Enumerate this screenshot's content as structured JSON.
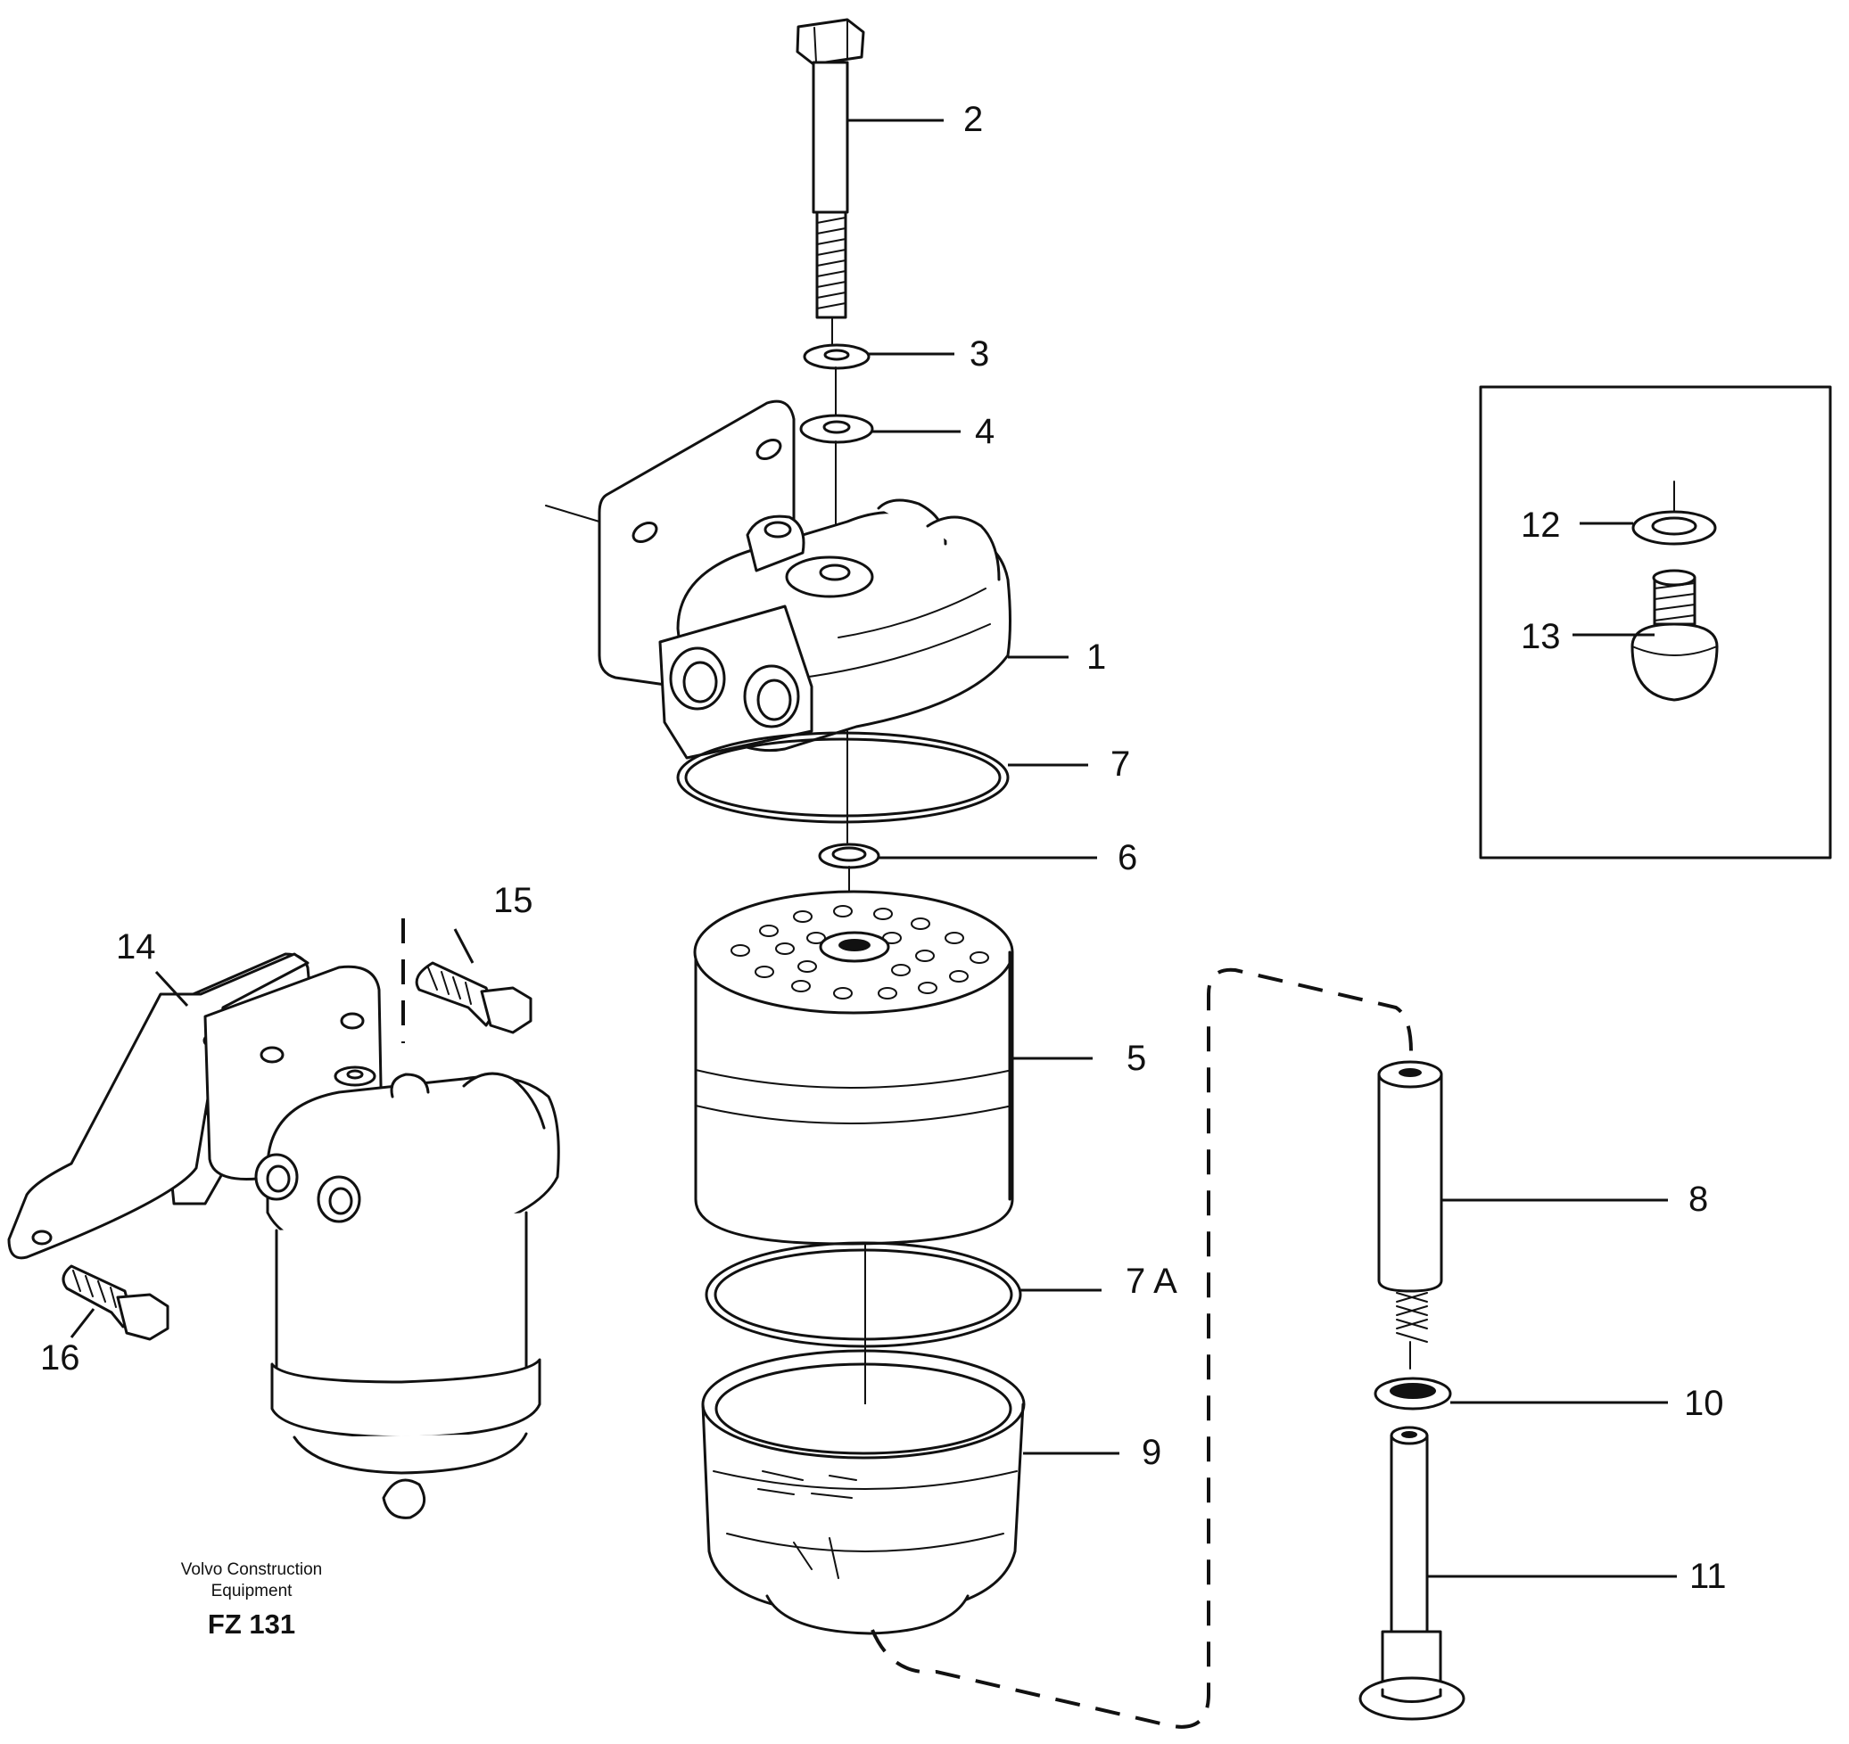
{
  "callouts": {
    "c1": "1",
    "c2": "2",
    "c3": "3",
    "c4": "4",
    "c5": "5",
    "c6": "6",
    "c7": "7",
    "c7a": "7 A",
    "c8": "8",
    "c9": "9",
    "c10": "10",
    "c11": "11",
    "c12": "12",
    "c13": "13",
    "c14": "14",
    "c15": "15",
    "c16": "16"
  },
  "caption": {
    "line1": "Volvo Construction",
    "line2": "Equipment",
    "code": "FZ 131"
  }
}
